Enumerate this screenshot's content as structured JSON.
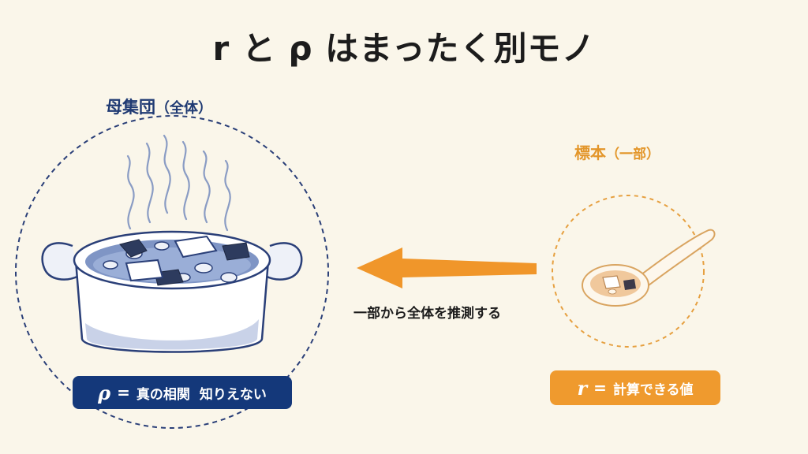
{
  "title": "r と ρ はまったく別モノ",
  "population": {
    "label": "母集団",
    "label_paren": "（全体）",
    "badge_symbol": "ρ",
    "badge_eq": "=",
    "badge_text_1": "真の相関",
    "badge_text_2": "知りえない",
    "color": "#14387a"
  },
  "sample": {
    "label": "標本",
    "label_paren": "（一部）",
    "badge_symbol": "r",
    "badge_eq": "=",
    "badge_text": "計算できる値",
    "color": "#ef9a2e"
  },
  "arrow": {
    "label": "一部から全体を推測する",
    "color": "#f0962a"
  },
  "icons": [
    "soup-pot-icon",
    "steam-icon",
    "tofu-icon",
    "seaweed-icon",
    "clam-icon",
    "spoon-icon",
    "arrow-left-icon"
  ]
}
